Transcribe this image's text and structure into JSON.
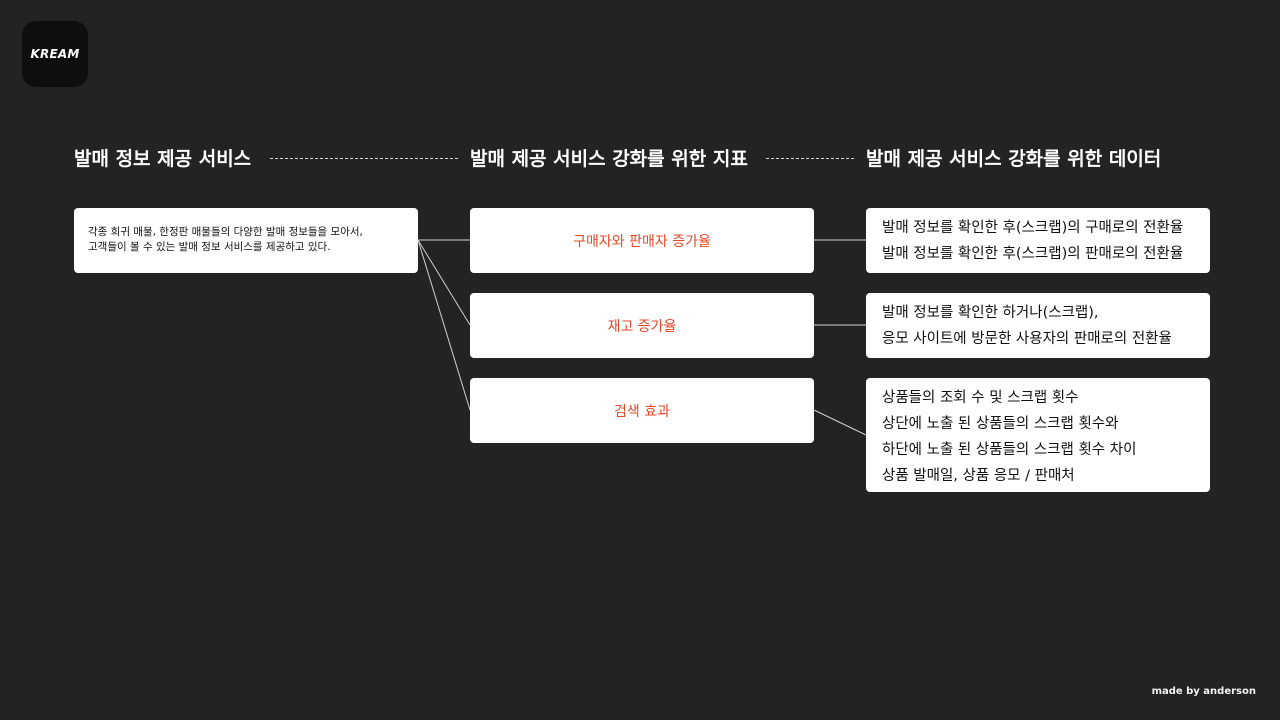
{
  "logo": {
    "text": "KREAM"
  },
  "headings": {
    "col1": "발매 정보 제공 서비스",
    "col2": "발매 제공 서비스 강화를 위한 지표",
    "col3": "발매 제공 서비스 강화를 위한 데이터"
  },
  "source": {
    "lines": [
      "각종 희귀 매물, 한정판 매물들의 다양한 발매 정보들을 모아서,",
      "고객들이 볼 수 있는 발매 정보 서비스를 제공하고 있다."
    ]
  },
  "metrics": [
    {
      "label": "구매자와 판매자 증가율"
    },
    {
      "label": "재고 증가율"
    },
    {
      "label": "검색 효과"
    }
  ],
  "data_items": [
    {
      "lines": [
        "발매 정보를 확인한 후(스크랩)의 구매로의 전환율",
        "발매 정보를 확인한 후(스크랩)의 판매로의 전환율"
      ]
    },
    {
      "lines": [
        "발매 정보를 확인한 하거나(스크랩),",
        "응모 사이트에 방문한 사용자의 판매로의 전환율"
      ]
    },
    {
      "lines": [
        "상품들의 조회 수 및 스크랩 횟수",
        "상단에 노출 된 상품들의 스크랩 횟수와",
        "하단에 노출 된 상품들의 스크랩 횟수 차이",
        "상품 발매일, 상품 응모 / 판매처"
      ]
    }
  ],
  "credit": "made by anderson",
  "colors": {
    "background": "#232323",
    "accent": "#e5492b",
    "box": "#ffffff",
    "logo_bg": "#0e0e0e"
  }
}
